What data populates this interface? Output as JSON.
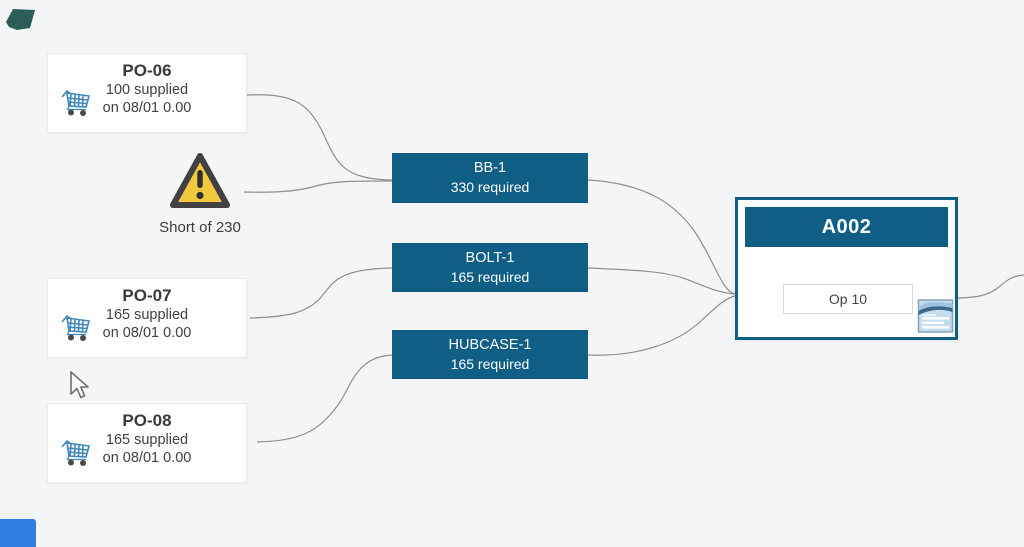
{
  "canvas": {
    "background": "#f4f5f7",
    "accent_teal": "#0e5e86",
    "warning_yellow": "#f2c93e",
    "wire_gray": "#8f8f8f",
    "fragment_blue": "#2e7fe0"
  },
  "po_cards": [
    {
      "title": "PO-06",
      "line1": "100 supplied",
      "line2": "on 08/01 0.00"
    },
    {
      "title": "PO-07",
      "line1": "165 supplied",
      "line2": "on 08/01 0.00"
    },
    {
      "title": "PO-08",
      "line1": "165 supplied",
      "line2": "on 08/01 0.00"
    }
  ],
  "warning": {
    "label": "Short of 230"
  },
  "requirements": [
    {
      "title": "BB-1",
      "subtitle": "330 required"
    },
    {
      "title": "BOLT-1",
      "subtitle": "165 required"
    },
    {
      "title": "HUBCASE-1",
      "subtitle": "165 required"
    }
  ],
  "operation": {
    "title": "A002",
    "step_label": "Op 10"
  },
  "icons": {
    "cart": "shopping-cart-icon",
    "warning": "warning-triangle-icon",
    "document": "routing-document-icon",
    "cursor": "mouse-cursor"
  }
}
